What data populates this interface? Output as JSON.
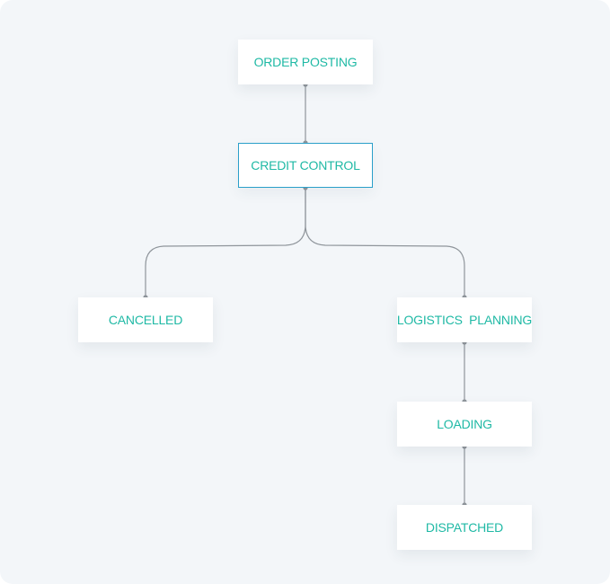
{
  "diagram": {
    "nodes": [
      {
        "id": "order_posting",
        "label": "ORDER POSTING"
      },
      {
        "id": "credit_control",
        "label": "CREDIT CONTROL",
        "selected": true
      },
      {
        "id": "cancelled",
        "label": "CANCELLED"
      },
      {
        "id": "logistics_planning",
        "label": "LOGISTICS  PLANNING"
      },
      {
        "id": "loading",
        "label": "LOADING"
      },
      {
        "id": "dispatched",
        "label": "DISPATCHED"
      }
    ],
    "edges": [
      {
        "from": "order_posting",
        "to": "credit_control"
      },
      {
        "from": "credit_control",
        "to": "cancelled"
      },
      {
        "from": "credit_control",
        "to": "logistics_planning"
      },
      {
        "from": "logistics_planning",
        "to": "loading"
      },
      {
        "from": "loading",
        "to": "dispatched"
      }
    ]
  },
  "colors": {
    "node_text": "#1fb9a5",
    "selected_border": "#2a9fc9",
    "connector": "#8f959b",
    "canvas_background": "#f3f6f9",
    "node_background": "#ffffff"
  }
}
